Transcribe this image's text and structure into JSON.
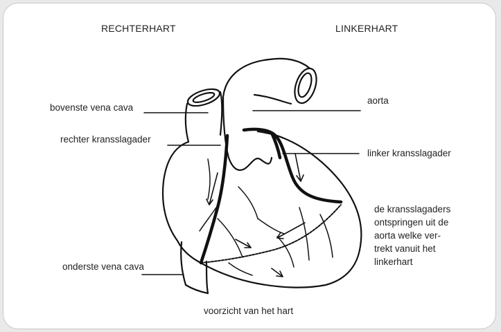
{
  "diagram": {
    "header_left": "RECHTERHART",
    "header_right": "LINKERHART",
    "labels": {
      "superior_vena_cava": "bovenste vena cava",
      "right_coronary_artery": "rechter kransslagader",
      "inferior_vena_cava": "onderste vena cava",
      "aorta": "aorta",
      "left_coronary_artery": "linker kransslagader"
    },
    "note_lines": [
      "de kransslagaders",
      "ontspringen uit de",
      "aorta welke ver-",
      "trekt vanuit het",
      "linkerhart"
    ],
    "caption": "voorzicht van het hart"
  }
}
